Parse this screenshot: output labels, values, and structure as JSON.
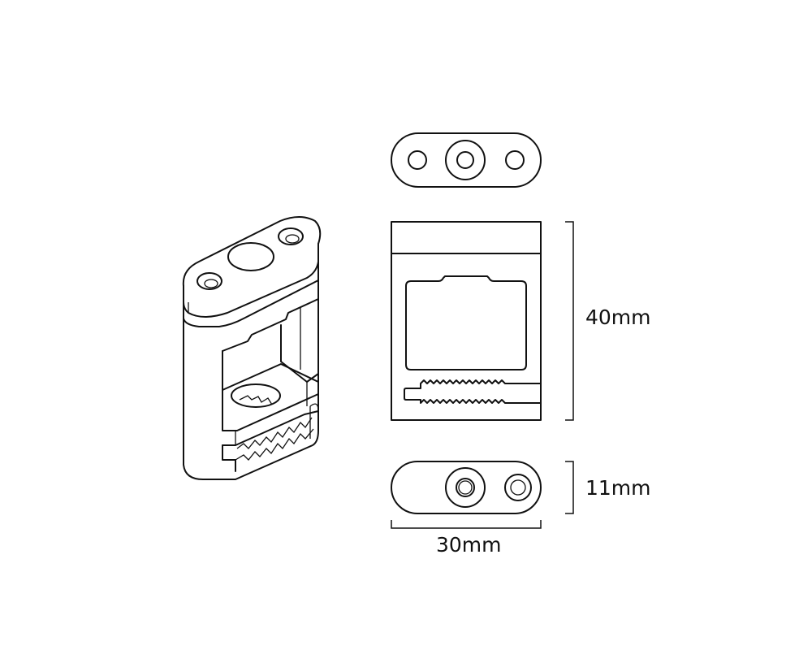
{
  "drawing": {
    "dimensions": {
      "height": "40mm",
      "depth": "11mm",
      "width": "30mm"
    },
    "stroke_color": "#111111",
    "background": "#ffffff"
  }
}
